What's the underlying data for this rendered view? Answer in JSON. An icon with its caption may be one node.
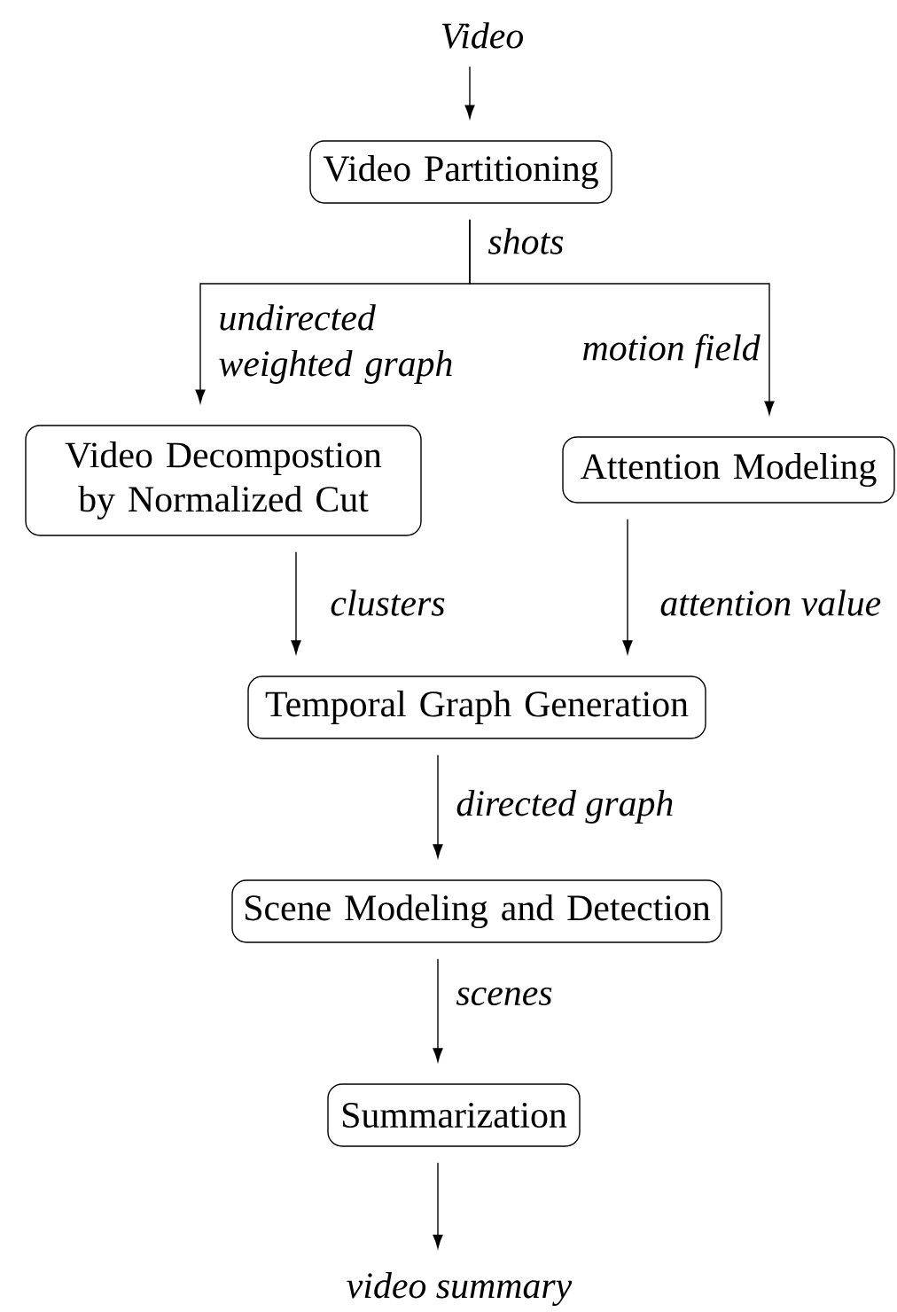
{
  "diagram": {
    "nodes": [
      {
        "text": [
          "Video"
        ]
      },
      {
        "text": [
          "Video Partitioning"
        ]
      },
      {
        "text": [
          "Video Decompostion by Normalized Cut"
        ]
      },
      {
        "text": [
          "Attention Modeling"
        ]
      },
      {
        "text": [
          "Temporal Graph Generation"
        ]
      },
      {
        "text": [
          "Scene Modeling and Detection"
        ]
      },
      {
        "text": [
          "Summarization"
        ]
      },
      {
        "text": [
          "video summary"
        ]
      }
    ],
    "edges": [
      {
        "from": 0,
        "to": 1,
        "arrow": "to"
      },
      {
        "from": 1,
        "to": 2,
        "arrow": "to",
        "label": "undirected weighted graph"
      },
      {
        "from": 1,
        "to": 3,
        "arrow": "to",
        "label": "motion field"
      },
      {
        "from": 2,
        "to": 4,
        "arrow": "to",
        "label": "clusters"
      },
      {
        "from": 3,
        "to": 4,
        "arrow": "to",
        "label": "attention value"
      },
      {
        "from": 4,
        "to": 5,
        "arrow": "to",
        "label": "directed graph"
      },
      {
        "from": 5,
        "to": 6,
        "arrow": "to",
        "label": "scenes"
      },
      {
        "from": 6,
        "to": 7,
        "arrow": "to"
      }
    ],
    "labels": [
      "shots"
    ]
  }
}
